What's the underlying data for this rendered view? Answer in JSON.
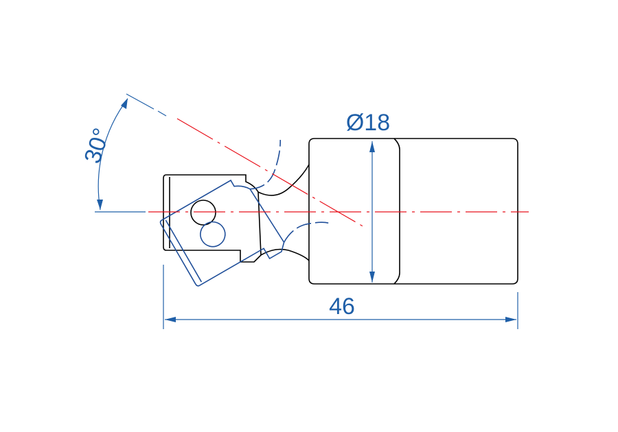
{
  "drawing": {
    "dimensions": {
      "diameter_label": "Ø18",
      "length_label": "46",
      "angle_label": "30°"
    },
    "colors": {
      "outline": "#000000",
      "swing_outline": "#1f4e99",
      "dimension": "#1f5fa8",
      "centerline": "#e8101a",
      "background": "#ffffff"
    }
  }
}
